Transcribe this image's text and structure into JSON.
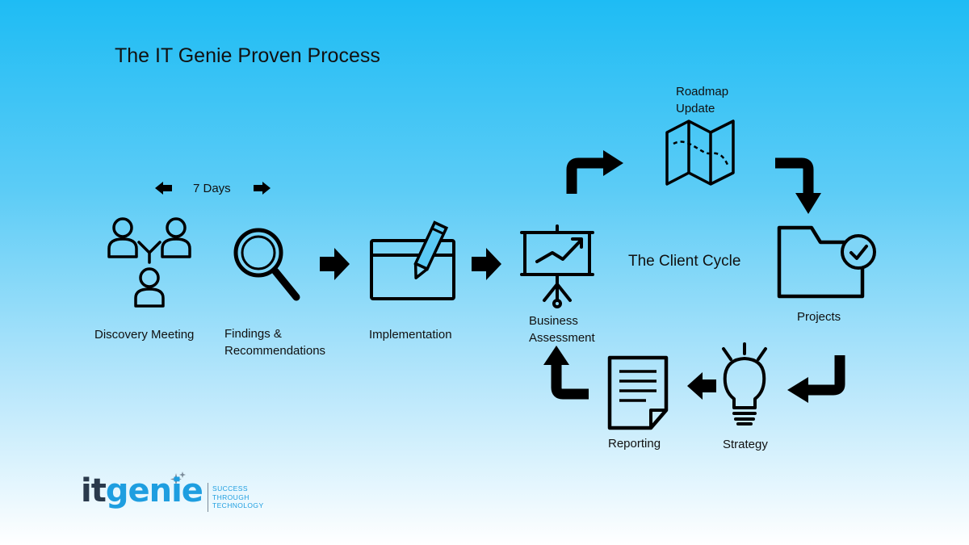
{
  "title": "The IT Genie Proven Process",
  "timeline": {
    "duration": "7 Days"
  },
  "steps": {
    "discovery": "Discovery Meeting",
    "findings": [
      "Findings &",
      "Recommendations"
    ],
    "implementation": "Implementation"
  },
  "cycle": {
    "center_label": "The Client Cycle",
    "business_assessment": [
      "Business",
      "Assessment"
    ],
    "roadmap_update": [
      "Roadmap",
      "Update"
    ],
    "projects": "Projects",
    "strategy": "Strategy",
    "reporting": "Reporting"
  },
  "logo": {
    "wordmark_it": "it",
    "wordmark_genie": "genie",
    "tagline": [
      "SUCCESS",
      "THROUGH",
      "TECHNOLOGY"
    ]
  },
  "colors": {
    "background_top": "#1ebcf4",
    "background_bottom": "#ffffff",
    "logo_blue": "#1e9ee0",
    "logo_dark": "#2a3a4c"
  }
}
